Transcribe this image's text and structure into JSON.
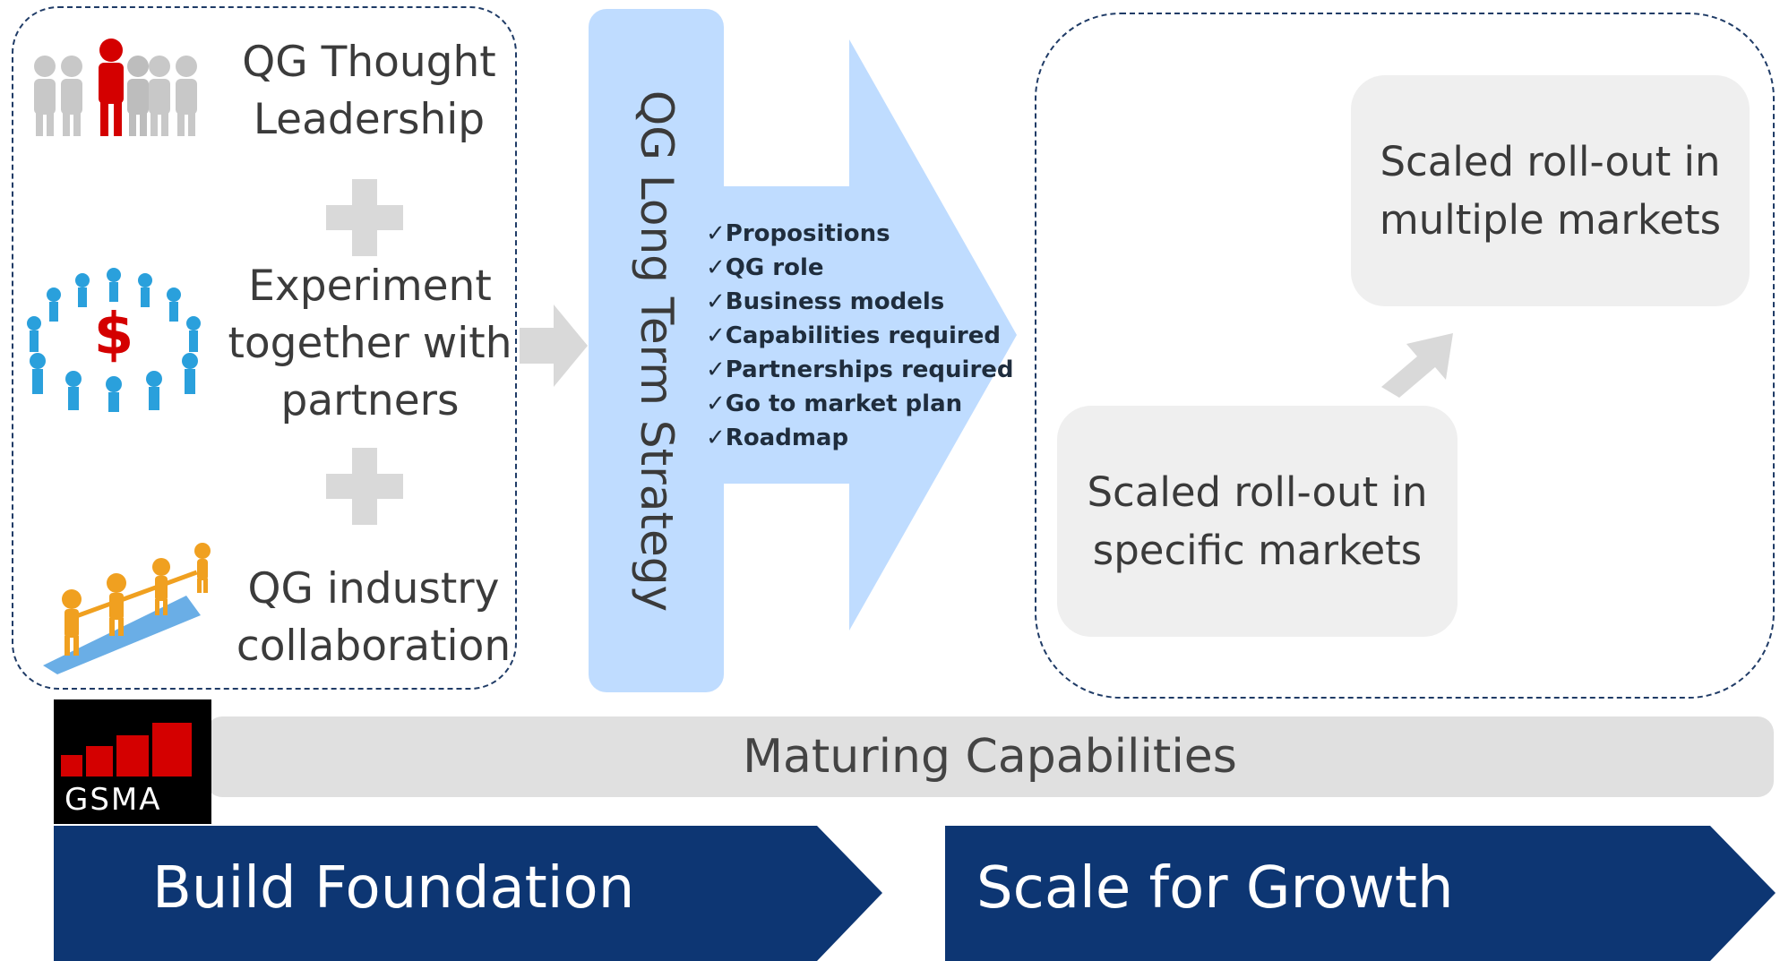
{
  "left_group": {
    "items": [
      {
        "label_line1": "QG Thought",
        "label_line2": "Leadership",
        "icon": "leadership-people-icon"
      },
      {
        "label_line1": "Experiment",
        "label_line2": "together with",
        "label_line3": "partners",
        "icon": "people-circle-dollar-icon"
      },
      {
        "label_line1": "QG industry",
        "label_line2": "collaboration",
        "icon": "puzzle-people-icon"
      }
    ]
  },
  "strategy": {
    "title": "QG Long Term Strategy",
    "checklist": [
      "Propositions",
      "QG role",
      "Business models",
      "Capabilities required",
      "Partnerships required",
      "Go to market plan",
      "Roadmap"
    ],
    "check_mark": "✓"
  },
  "right_group": {
    "box_lower_line1": "Scaled roll-out in",
    "box_lower_line2": "specific markets",
    "box_upper_line1": "Scaled roll-out in",
    "box_upper_line2": "multiple markets"
  },
  "maturing_bar": {
    "label": "Maturing Capabilities"
  },
  "logo": {
    "text": "GSMA"
  },
  "phases": [
    {
      "label": "Build Foundation"
    },
    {
      "label": "Scale for Growth"
    }
  ],
  "colors": {
    "navy": "#0d3673",
    "light_blue": "#bfdcff",
    "grey_fill": "#efefef",
    "red": "#d40000"
  }
}
